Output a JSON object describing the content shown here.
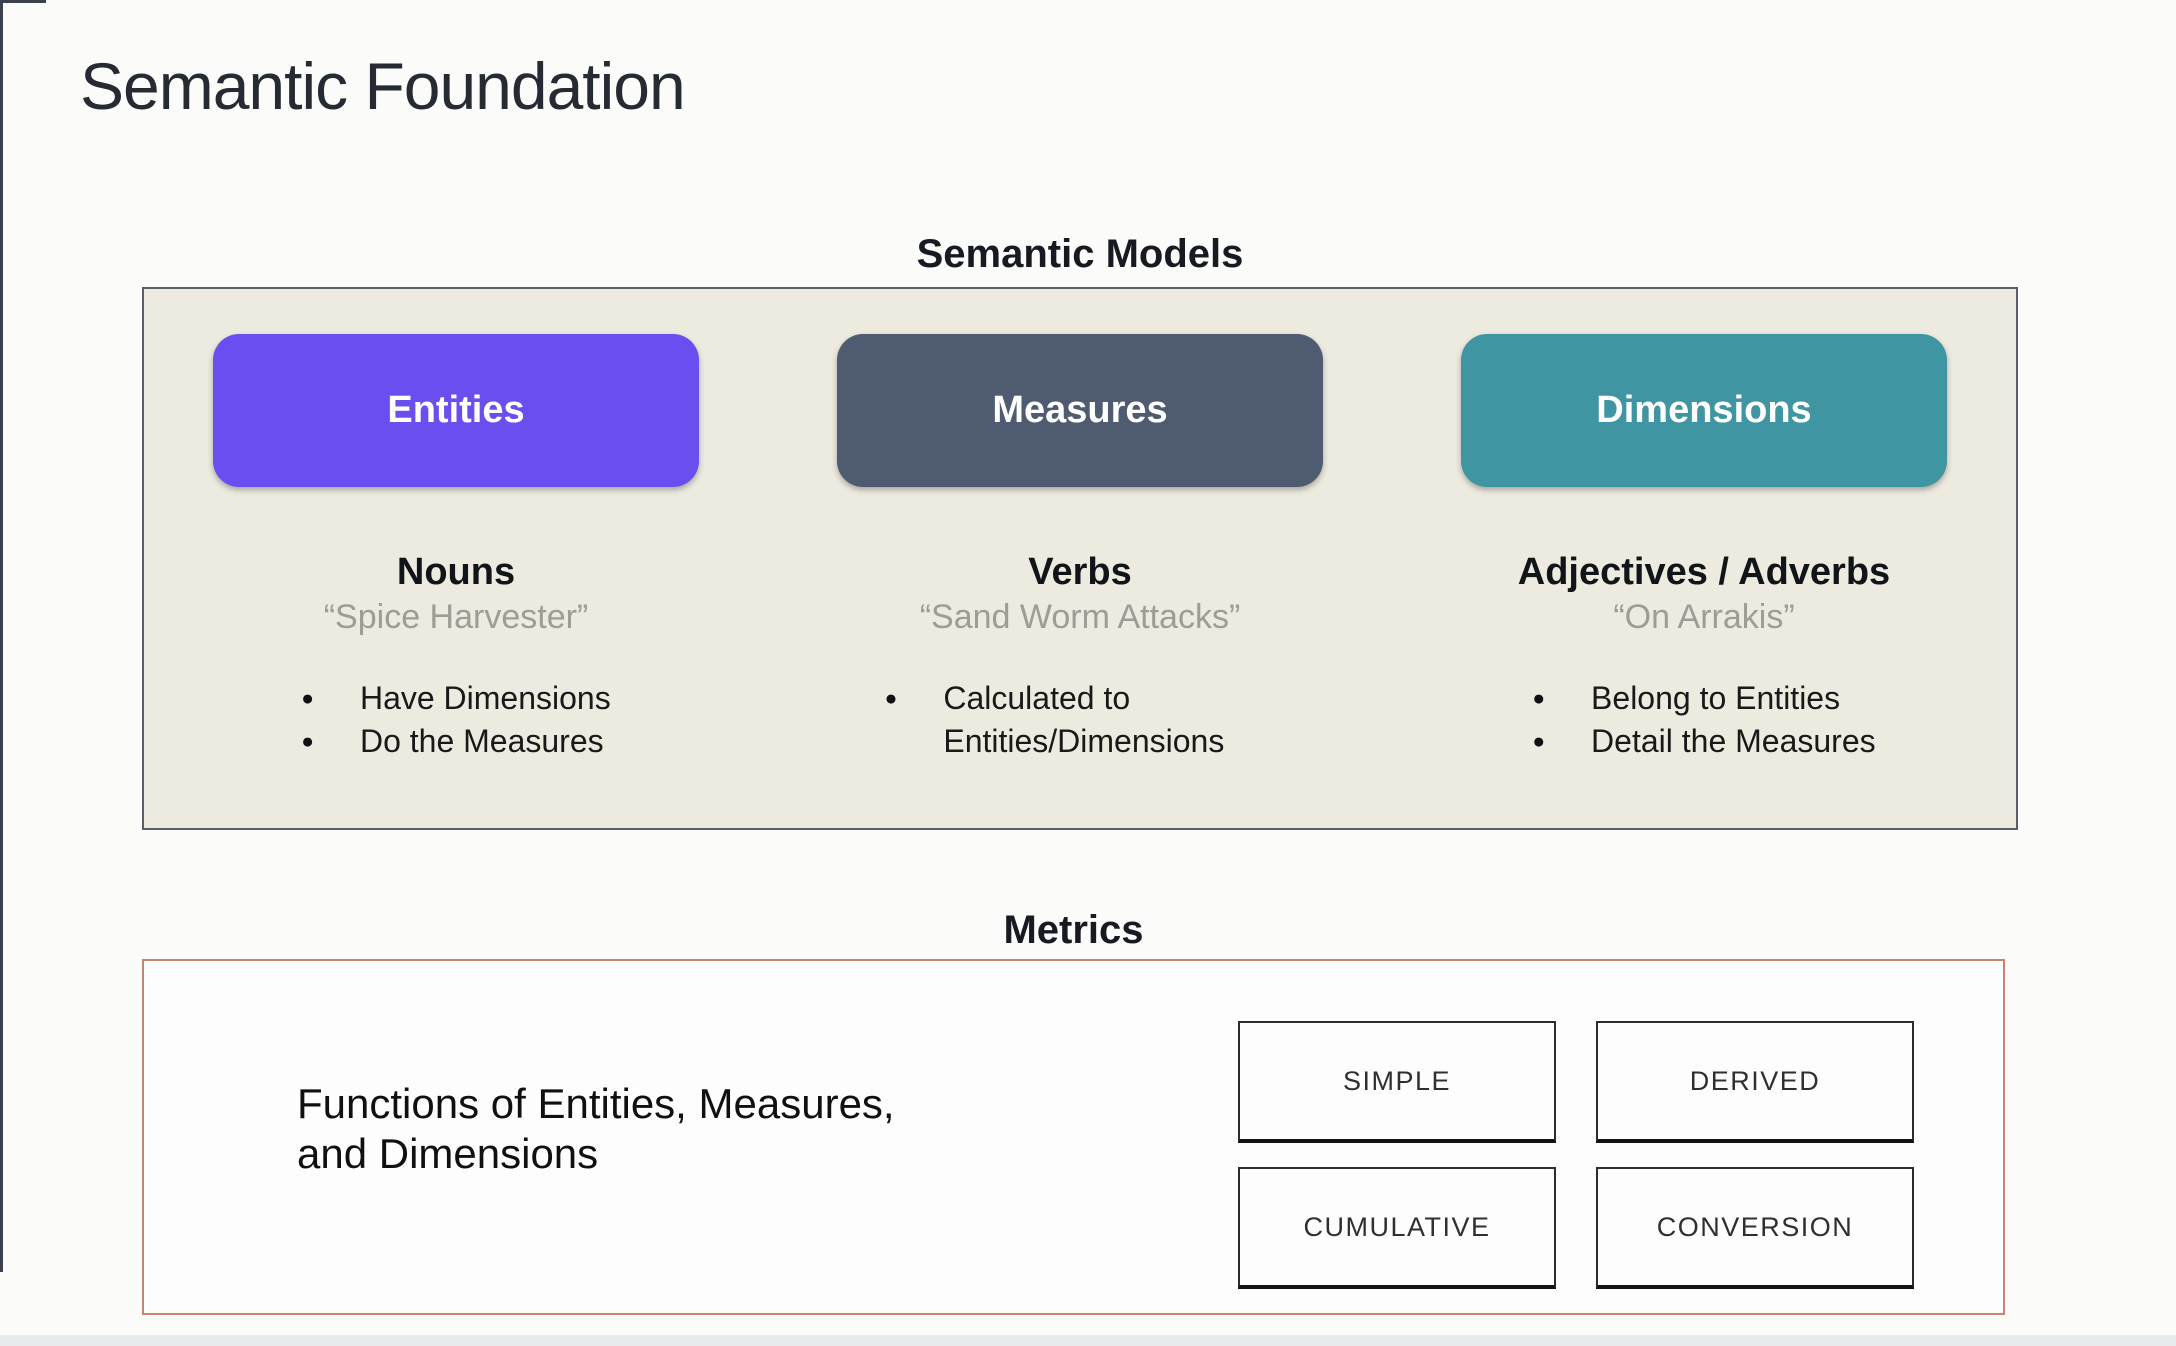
{
  "slide": {
    "title": "Semantic Foundation"
  },
  "semantic_models": {
    "heading": "Semantic Models",
    "box_background": "#edebdf",
    "columns": [
      {
        "button_label": "Entities",
        "button_color": "#6b4ef0",
        "role": "Nouns",
        "example": "“Spice Harvester”",
        "bullets": [
          "Have Dimensions",
          "Do the Measures"
        ]
      },
      {
        "button_label": "Measures",
        "button_color": "#4f5b71",
        "role": "Verbs",
        "example": "“Sand Worm Attacks”",
        "bullets": [
          "Calculated to Entities/Dimensions"
        ]
      },
      {
        "button_label": "Dimensions",
        "button_color": "#4095a3",
        "role": "Adjectives / Adverbs",
        "example": "“On Arrakis”",
        "bullets": [
          "Belong to Entities",
          "Detail the Measures"
        ]
      }
    ]
  },
  "metrics": {
    "heading": "Metrics",
    "description": "Functions of Entities, Measures,\nand Dimensions",
    "types": [
      "SIMPLE",
      "DERIVED",
      "CUMULATIVE",
      "CONVERSION"
    ],
    "border_color": "#c9846f"
  }
}
